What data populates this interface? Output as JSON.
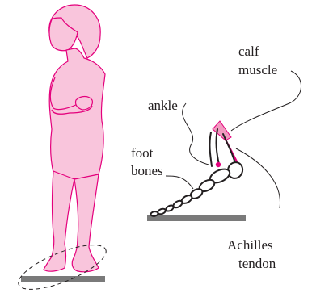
{
  "labels": {
    "calf_line1": "calf",
    "calf_line2": "muscle",
    "ankle": "ankle",
    "foot_line1": "foot",
    "foot_line2": "bones",
    "achilles_line1": "Achilles",
    "achilles_line2": "tendon"
  },
  "colors": {
    "skin": "#f9c5dc",
    "outline": "#e4007c",
    "line": "#231f20",
    "ground": "#7a7a7a",
    "muscle": "#f29ac0"
  }
}
